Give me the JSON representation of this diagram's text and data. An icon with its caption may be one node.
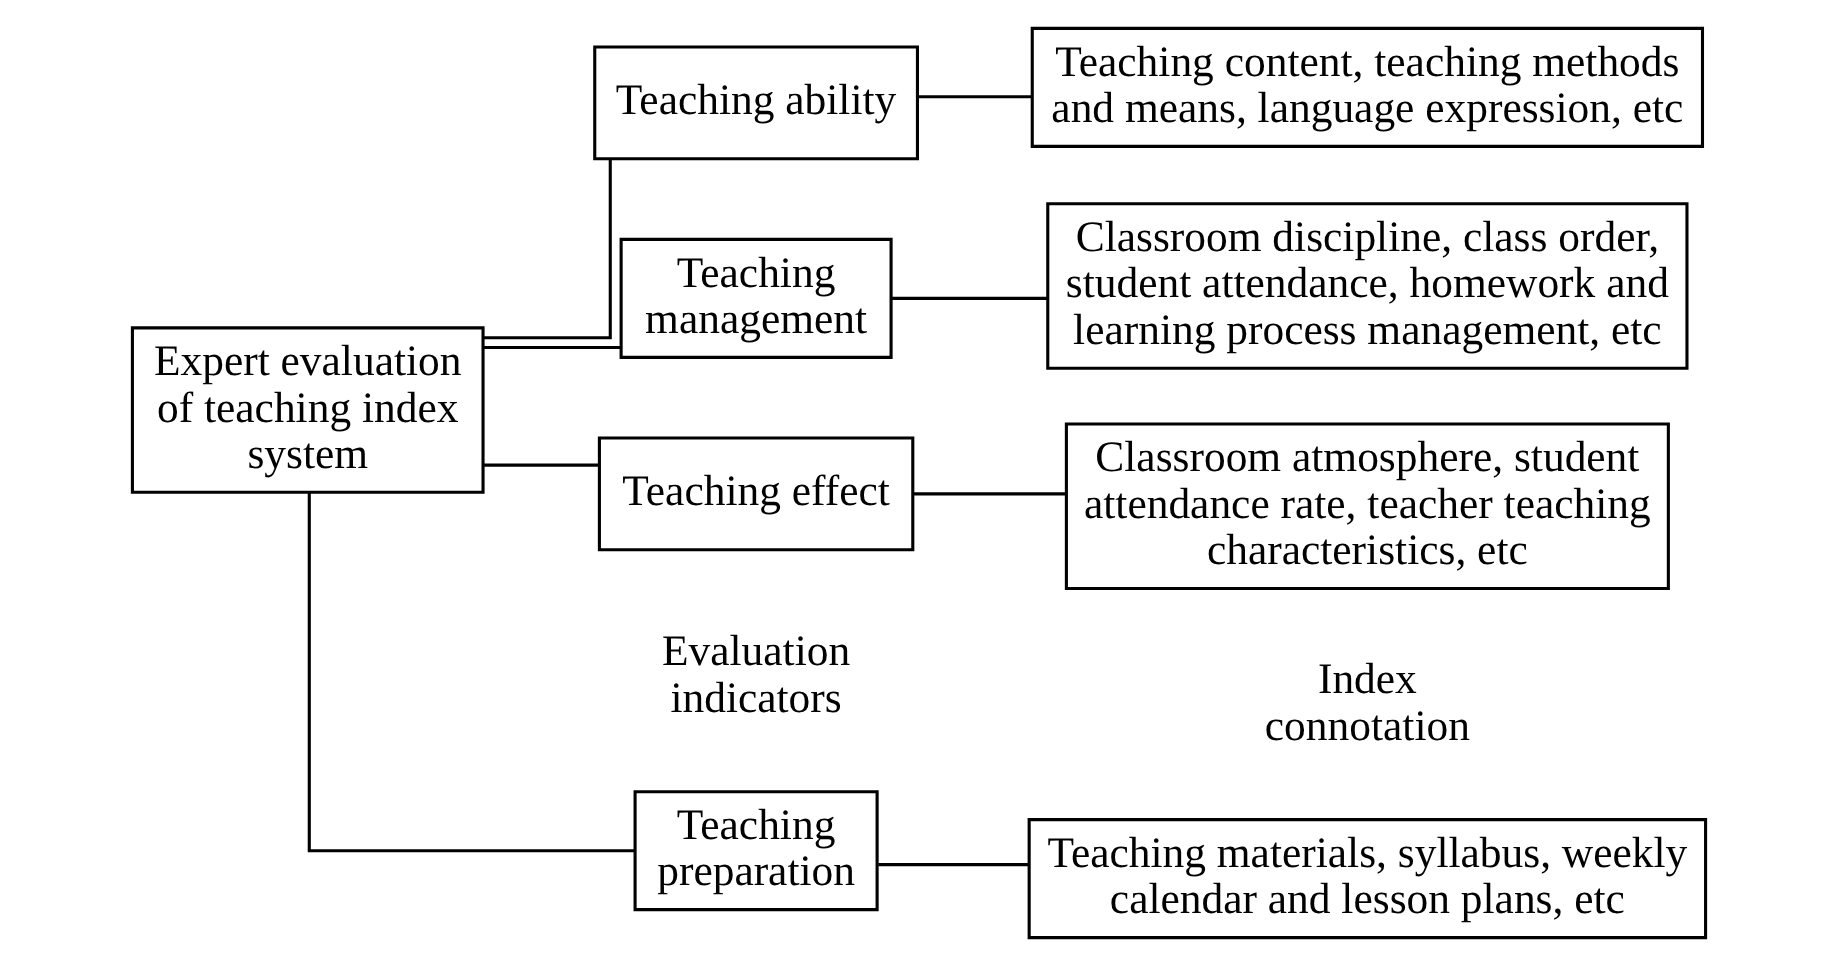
{
  "diagram": {
    "nodes": [
      {
        "text": [
          "Expert evaluation of teaching index system"
        ]
      },
      {
        "text": [
          "Teaching preparation"
        ]
      },
      {
        "text": [
          "Teaching ability"
        ]
      },
      {
        "text": [
          "Teaching management"
        ]
      },
      {
        "text": [
          "Teaching effect"
        ]
      },
      {
        "text": [
          "Teaching materials, syllabus, weekly calendar and lesson plans, etc"
        ]
      },
      {
        "text": [
          "Teaching content, teaching methods and means, language expression, etc"
        ]
      },
      {
        "text": [
          "Classroom discipline, class order, student attendance, homework and learning process management, etc"
        ]
      },
      {
        "text": [
          "Classroom atmosphere, student attendance rate, teacher teaching characteristics, etc"
        ]
      }
    ],
    "edges": [
      {
        "from": 0,
        "to": 1,
        "arrow": "none"
      },
      {
        "from": 0,
        "to": 2,
        "arrow": "none"
      },
      {
        "from": 0,
        "to": 3,
        "arrow": "none"
      },
      {
        "from": 0,
        "to": 4,
        "arrow": "none"
      },
      {
        "from": 1,
        "to": 5,
        "arrow": "none"
      },
      {
        "from": 2,
        "to": 6,
        "arrow": "none"
      },
      {
        "from": 3,
        "to": 7,
        "arrow": "none"
      },
      {
        "from": 4,
        "to": 8,
        "arrow": "none"
      }
    ],
    "labels": [
      "Evaluation indicators",
      "Index connotation"
    ]
  }
}
